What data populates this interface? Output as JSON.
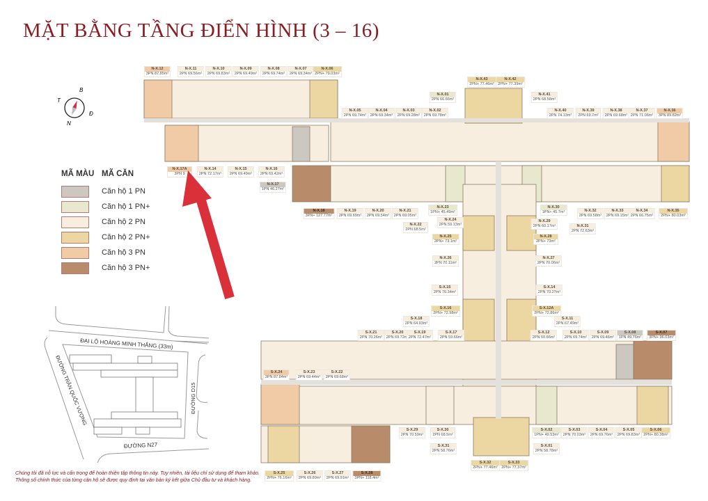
{
  "title": "MẶT BẰNG TẦNG ĐIỂN HÌNH (3 – 16)",
  "compass": {
    "north": "B",
    "south": "N",
    "east": "Đ",
    "west": "T"
  },
  "legend": {
    "color_header": "MÃ MÀU",
    "type_header": "MÃ CĂN",
    "items": [
      {
        "label": "Căn hộ 1 PN",
        "color": "#cdc7c1"
      },
      {
        "label": "Căn hộ 1 PN+",
        "color": "#e8e8cf"
      },
      {
        "label": "Căn hộ 2 PN",
        "color": "#f7eedf"
      },
      {
        "label": "Căn hộ 2 PN+",
        "color": "#ecd7a3"
      },
      {
        "label": "Căn hộ 3 PN",
        "color": "#f1cba6"
      },
      {
        "label": "Căn hộ 3 PN+",
        "color": "#b88b6b"
      }
    ]
  },
  "site_map": {
    "road_north": "ĐẠI LỘ HOÀNG MINH THẮNG (33m)",
    "road_west": "ĐƯỜNG TRẦN QUỐC VƯỢNG",
    "road_east": "ĐƯỜNG D15",
    "road_south": "ĐƯỜNG N27"
  },
  "units": [
    {
      "code": "N-X.12",
      "area": "3PN 87.85m²",
      "type": 4
    },
    {
      "code": "N-X.11",
      "area": "2PN 69.56m²",
      "type": 2
    },
    {
      "code": "N-X.10",
      "area": "2PN 69.83m²",
      "type": 2
    },
    {
      "code": "N-X.09",
      "area": "2PN 69.49m²",
      "type": 2
    },
    {
      "code": "N-X.08",
      "area": "2PN 69.74m²",
      "type": 2
    },
    {
      "code": "N-X.07",
      "area": "2PN 69.34m²",
      "type": 2
    },
    {
      "code": "N-X.06",
      "area": "2PN+ 79.03m²",
      "type": 3
    },
    {
      "code": "N-X.43",
      "area": "2PN+ 77.46m²",
      "type": 3
    },
    {
      "code": "N-X.42",
      "area": "2PN+ 77.39m²",
      "type": 3
    },
    {
      "code": "N-X.01",
      "area": "2PN 66.66m²",
      "type": 1
    },
    {
      "code": "N-X.41",
      "area": "2PN 68.58m²",
      "type": 2
    },
    {
      "code": "N-X.05",
      "area": "2PN 69.74m²",
      "type": 2
    },
    {
      "code": "N-X.04",
      "area": "2PN 69.34m²",
      "type": 2
    },
    {
      "code": "N-X.03",
      "area": "2PN 69.28m²",
      "type": 2
    },
    {
      "code": "N-X.02",
      "area": "2PN 69.78m²",
      "type": 2
    },
    {
      "code": "N-X.40",
      "area": "2PN 74.13m²",
      "type": 2
    },
    {
      "code": "N-X.39",
      "area": "2PN 69.7m²",
      "type": 2
    },
    {
      "code": "N-X.38",
      "area": "2PN 69.68m²",
      "type": 2
    },
    {
      "code": "N-X.37",
      "area": "2PN 71.06m²",
      "type": 2
    },
    {
      "code": "N-X.36",
      "area": "3PN 89.82m²",
      "type": 4
    },
    {
      "code": "N-X.17A",
      "area": "3PN 9",
      "type": 4
    },
    {
      "code": "N-X.14",
      "area": "2PN 72.17m²",
      "type": 2
    },
    {
      "code": "N-X.15",
      "area": "2PN 69.49m²",
      "type": 2
    },
    {
      "code": "N-X.16",
      "area": "2PN 69.42m²",
      "type": 2
    },
    {
      "code": "N-X.17",
      "area": "1PN 46.27m²",
      "type": 0
    },
    {
      "code": "N-X.18",
      "area": "3PN+ 127.77m²",
      "type": 5
    },
    {
      "code": "N-X.19",
      "area": "2PN 69.69m²",
      "type": 2
    },
    {
      "code": "N-X.20",
      "area": "2PN 69.54m²",
      "type": 2
    },
    {
      "code": "N-X.21",
      "area": "2PN 69.05m²",
      "type": 2
    },
    {
      "code": "N-X.22",
      "area": "2PN 68.5m²",
      "type": 2
    },
    {
      "code": "N-X.23",
      "area": "1PN+ 45.49m²",
      "type": 1
    },
    {
      "code": "N-X.24",
      "area": "2PN 59.13m²",
      "type": 2
    },
    {
      "code": "N-X.25",
      "area": "2PN+ 73.1m²",
      "type": 3
    },
    {
      "code": "N-X.26",
      "area": "2PN 70.11m²",
      "type": 2
    },
    {
      "code": "N-X.30",
      "area": "1PN+ 45.7m²",
      "type": 1
    },
    {
      "code": "N-X.29",
      "area": "2PN 60.17m²",
      "type": 2
    },
    {
      "code": "N-X.28",
      "area": "2PN+ 73m²",
      "type": 3
    },
    {
      "code": "N-X.27",
      "area": "2PN 70.06m²",
      "type": 2
    },
    {
      "code": "N-X.32",
      "area": "2PN 69.58m²",
      "type": 2
    },
    {
      "code": "N-X.33",
      "area": "2PN 69.15m²",
      "type": 2
    },
    {
      "code": "N-X.34",
      "area": "2PN 66.75m²",
      "type": 2
    },
    {
      "code": "N-X.35",
      "area": "2PN+ 80.03m²",
      "type": 3
    },
    {
      "code": "N-X.31",
      "area": "2PN 72.63m²",
      "type": 2
    },
    {
      "code": "S-X.15",
      "area": "2PN 70.34m²",
      "type": 2
    },
    {
      "code": "S-X.14",
      "area": "2PN 70.27m²",
      "type": 2
    },
    {
      "code": "S-X.16",
      "area": "2PN+ 72.98m²",
      "type": 3
    },
    {
      "code": "S-X.12A",
      "area": "2PN+ 72.86m²",
      "type": 3
    },
    {
      "code": "S-X.18",
      "area": "2PN 64.93m²",
      "type": 2
    },
    {
      "code": "S-X.11",
      "area": "2PN 67.49m²",
      "type": 2
    },
    {
      "code": "S-X.21",
      "area": "2PN 70.26m²",
      "type": 2
    },
    {
      "code": "S-X.20",
      "area": "2PN 69.72m²",
      "type": 2
    },
    {
      "code": "S-X.19",
      "area": "2PN 72.47m²",
      "type": 2
    },
    {
      "code": "S-X.17",
      "area": "2PN 59.66m²",
      "type": 2
    },
    {
      "code": "S-X.12",
      "area": "2PN 60.66m²",
      "type": 2
    },
    {
      "code": "S-X.10",
      "area": "2PN 69.74m²",
      "type": 2
    },
    {
      "code": "S-X.09",
      "area": "2PN 69.46m²",
      "type": 2
    },
    {
      "code": "S-X.08",
      "area": "1PN 49.76m²",
      "type": 0
    },
    {
      "code": "S-X.07",
      "area": "3PN+ 96.03m²",
      "type": 5
    },
    {
      "code": "S-X.24",
      "area": "3PN 87.84m²",
      "type": 4
    },
    {
      "code": "S-X.23",
      "area": "2PN 69.44m²",
      "type": 2
    },
    {
      "code": "S-X.22",
      "area": "2PN 69.68m²",
      "type": 2
    },
    {
      "code": "S-X.29",
      "area": "2PN 70.59m²",
      "type": 2
    },
    {
      "code": "S-X.30",
      "area": "2PN 68.5m²",
      "type": 2
    },
    {
      "code": "S-X.31",
      "area": "2PN 58.76m²",
      "type": 2
    },
    {
      "code": "S-X.02",
      "area": "1PN+ 49.53m²",
      "type": 1
    },
    {
      "code": "S-X.03",
      "area": "2PN 70.03m²",
      "type": 2
    },
    {
      "code": "S-X.04",
      "area": "2PN 69.76m²",
      "type": 2
    },
    {
      "code": "S-X.05",
      "area": "2PN 69.83m²",
      "type": 2
    },
    {
      "code": "S-X.06",
      "area": "2PN+ 80.38m²",
      "type": 3
    },
    {
      "code": "S-X.01",
      "area": "2PN 58.78m²",
      "type": 2
    },
    {
      "code": "S-X.32",
      "area": "2PN+ 77.46m²",
      "type": 3
    },
    {
      "code": "S-X.33",
      "area": "2PN+ 77.37m²",
      "type": 3
    },
    {
      "code": "S-X.25",
      "area": "2PN+ 76.16m²",
      "type": 3
    },
    {
      "code": "S-X.26",
      "area": "2PN 69.89m²",
      "type": 2
    },
    {
      "code": "S-X.27",
      "area": "2PN 69.91m²",
      "type": 2
    },
    {
      "code": "S-X.28",
      "area": "3PN+ 118.4m²",
      "type": 5
    }
  ],
  "disclaimer": {
    "line1": "Chúng tôi đã nỗ lực và cẩn trọng để hoàn thiện tập thông tin này. Tuy nhiên, tài liệu chỉ sử dụng để tham khảo.",
    "line2": "Thông số chính thức của từng căn hộ sẽ được quy định tại văn bản ký kết giữa Chủ đầu tư và khách hàng."
  },
  "annotation": {
    "arrow_color": "#d9303a"
  }
}
